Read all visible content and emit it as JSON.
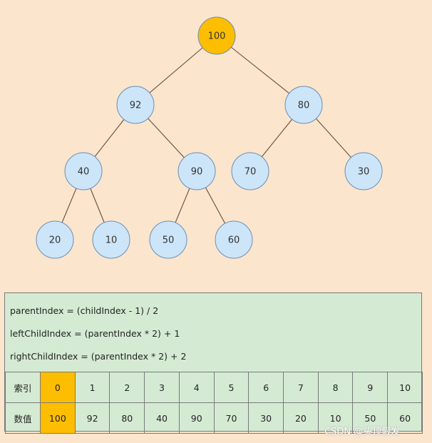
{
  "tree": {
    "nodes": [
      {
        "id": "n100",
        "value": "100",
        "fill": "#fdbd00"
      },
      {
        "id": "n92",
        "value": "92",
        "fill": "#cce5f9"
      },
      {
        "id": "n80",
        "value": "80",
        "fill": "#cce5f9"
      },
      {
        "id": "n40",
        "value": "40",
        "fill": "#cce5f9"
      },
      {
        "id": "n90",
        "value": "90",
        "fill": "#cce5f9"
      },
      {
        "id": "n70",
        "value": "70",
        "fill": "#cce5f9"
      },
      {
        "id": "n30",
        "value": "30",
        "fill": "#cce5f9"
      },
      {
        "id": "n20",
        "value": "20",
        "fill": "#cce5f9"
      },
      {
        "id": "n10",
        "value": "10",
        "fill": "#cce5f9"
      },
      {
        "id": "n50",
        "value": "50",
        "fill": "#cce5f9"
      },
      {
        "id": "n60",
        "value": "60",
        "fill": "#cce5f9"
      }
    ],
    "edges": [
      [
        "n100",
        "n92"
      ],
      [
        "n100",
        "n80"
      ],
      [
        "n92",
        "n40"
      ],
      [
        "n92",
        "n90"
      ],
      [
        "n80",
        "n70"
      ],
      [
        "n80",
        "n30"
      ],
      [
        "n40",
        "n20"
      ],
      [
        "n40",
        "n10"
      ],
      [
        "n90",
        "n50"
      ],
      [
        "n90",
        "n60"
      ]
    ]
  },
  "formulas": [
    "parentIndex = (childIndex - 1) / 2",
    "leftChildIndex = (parentIndex * 2) + 1",
    "rightChildIndex = (parentIndex * 2) + 2"
  ],
  "array": {
    "index_label": "索引",
    "value_label": "数值",
    "indices": [
      "0",
      "1",
      "2",
      "3",
      "4",
      "5",
      "6",
      "7",
      "8",
      "9",
      "10"
    ],
    "values": [
      "100",
      "92",
      "80",
      "40",
      "90",
      "70",
      "30",
      "20",
      "10",
      "50",
      "60"
    ],
    "highlight_index": 0,
    "highlight_color": "#fdbd00"
  },
  "watermark": "CSDN @头顶假发"
}
